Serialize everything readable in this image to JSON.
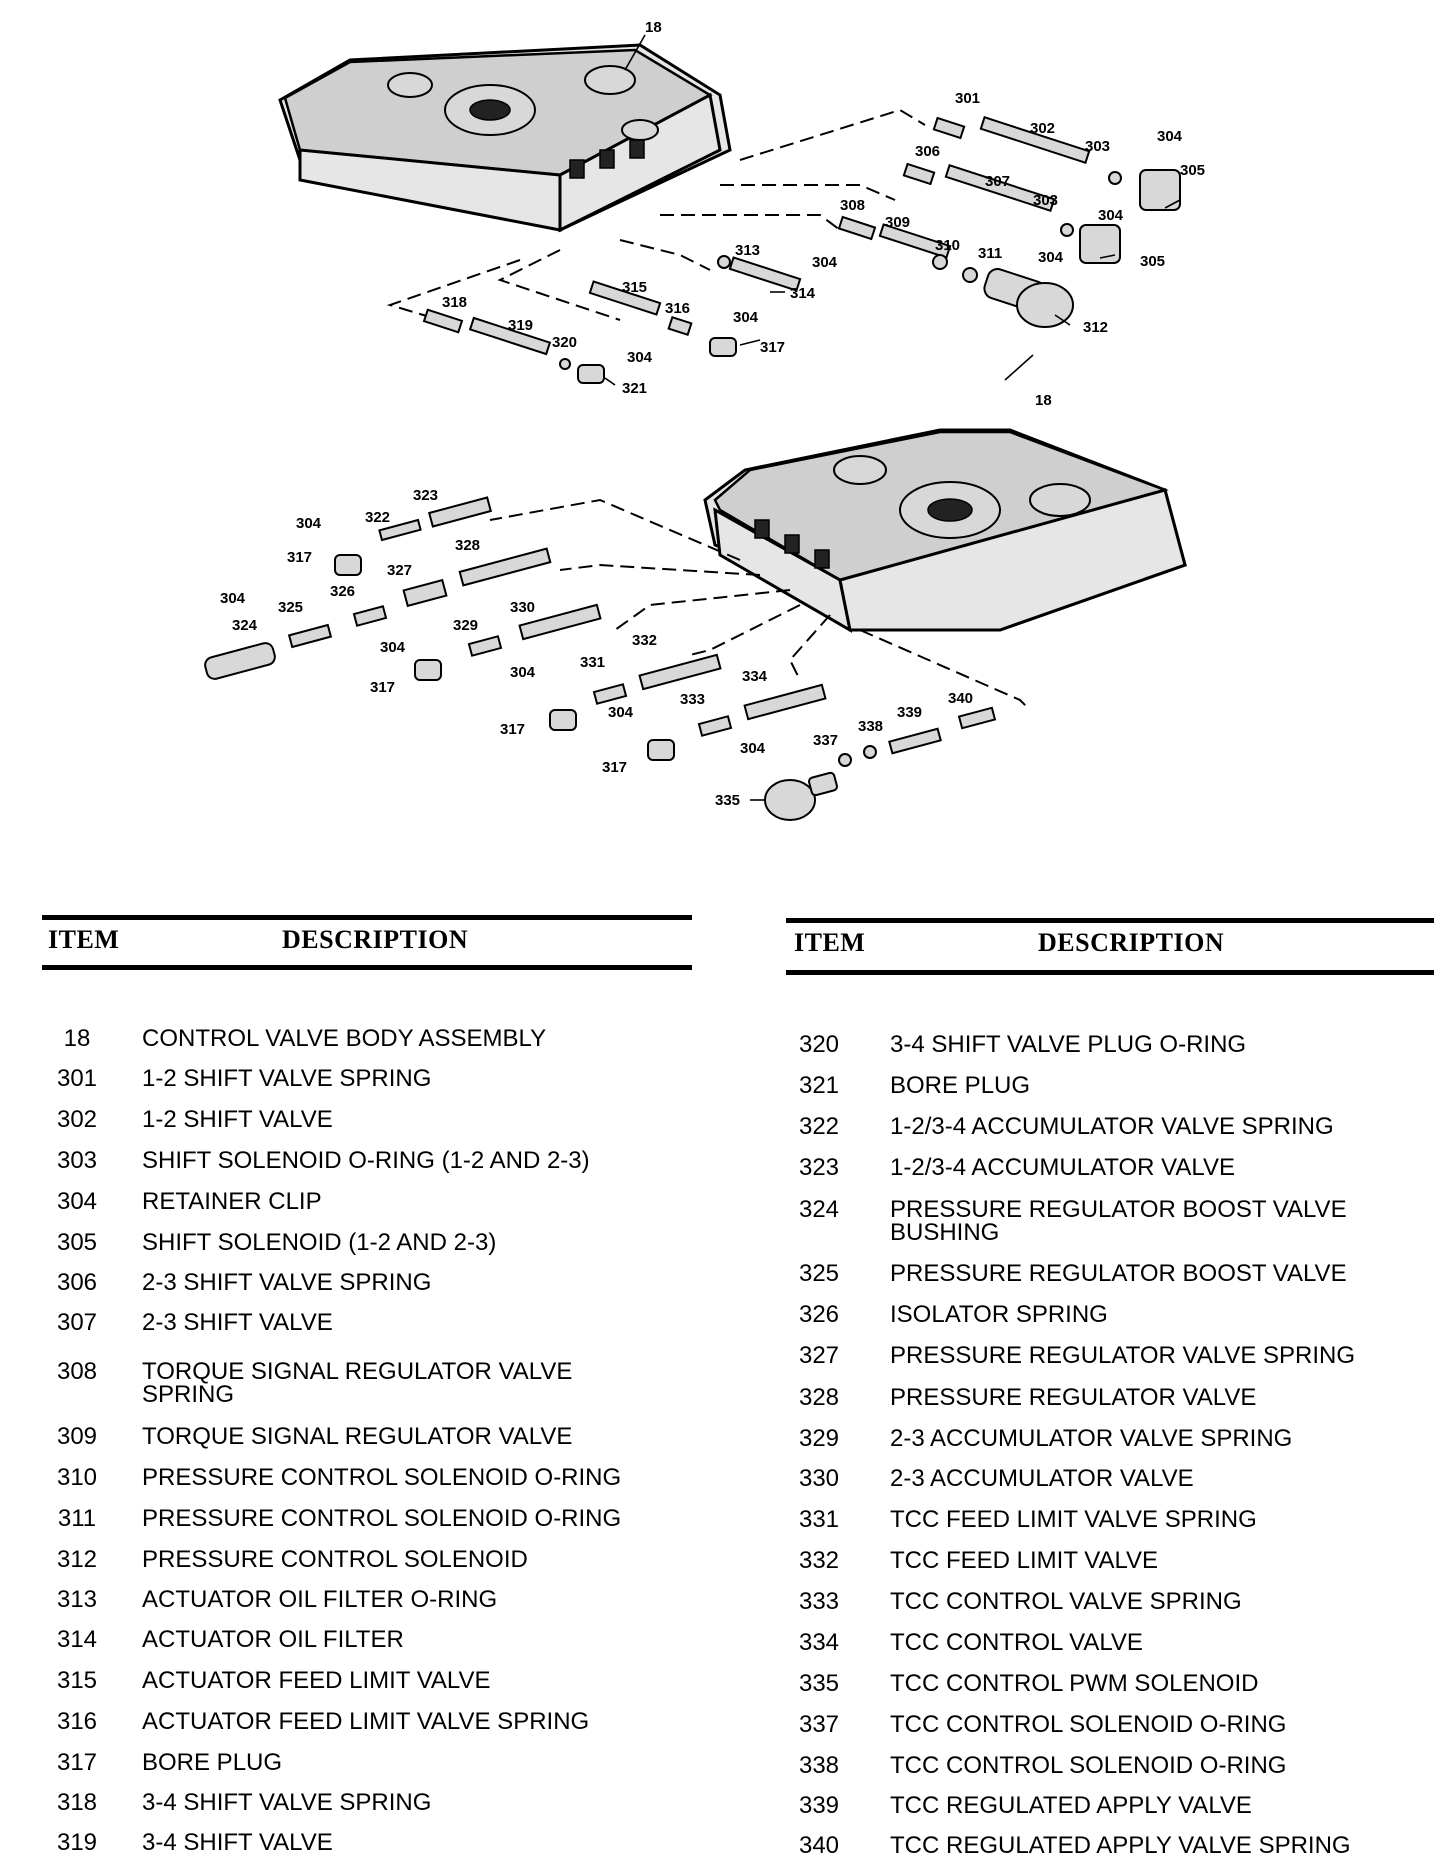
{
  "diagram": {
    "callouts": {
      "c18a": "18",
      "c301": "301",
      "c302": "302",
      "c303a": "303",
      "c304a": "304",
      "c305a": "305",
      "c306": "306",
      "c307": "307",
      "c303b": "303",
      "c304b": "304",
      "c305b": "305",
      "c308": "308",
      "c309": "309",
      "c310": "310",
      "c311": "311",
      "c304c": "304",
      "c312": "312",
      "c313": "313",
      "c304d": "304",
      "c314": "314",
      "c315": "315",
      "c316": "316",
      "c304e": "304",
      "c317a": "317",
      "c318": "318",
      "c319": "319",
      "c320": "320",
      "c304f": "304",
      "c321": "321",
      "c18b": "18",
      "c323": "323",
      "c304g": "304",
      "c322": "322",
      "c317b": "317",
      "c328": "328",
      "c327": "327",
      "c304h": "304",
      "c326": "326",
      "c325": "325",
      "c324": "324",
      "c330": "330",
      "c329": "329",
      "c304i": "304",
      "c317c": "317",
      "c332": "332",
      "c304j": "304",
      "c331": "331",
      "c317d": "317",
      "c334": "334",
      "c304k": "304",
      "c333": "333",
      "c317e": "317",
      "c340": "340",
      "c338": "338",
      "c339": "339",
      "c304l": "304",
      "c337": "337",
      "c335": "335"
    }
  },
  "legend": {
    "item_header": "ITEM",
    "description_header": "DESCRIPTION",
    "left": [
      {
        "item": "18",
        "desc": "CONTROL VALVE BODY ASSEMBLY"
      },
      {
        "item": "301",
        "desc": "1-2 SHIFT VALVE SPRING"
      },
      {
        "item": "302",
        "desc": "1-2 SHIFT VALVE"
      },
      {
        "item": "303",
        "desc": "SHIFT SOLENOID O-RING (1-2 AND 2-3)"
      },
      {
        "item": "304",
        "desc": "RETAINER CLIP"
      },
      {
        "item": "305",
        "desc": "SHIFT SOLENOID (1-2 AND 2-3)"
      },
      {
        "item": "306",
        "desc": "2-3 SHIFT VALVE SPRING"
      },
      {
        "item": "307",
        "desc": "2-3 SHIFT VALVE"
      },
      {
        "item": "308",
        "desc": "TORQUE SIGNAL REGULATOR VALVE",
        "desc2": "SPRING"
      },
      {
        "item": "309",
        "desc": "TORQUE SIGNAL REGULATOR VALVE"
      },
      {
        "item": "310",
        "desc": "PRESSURE CONTROL SOLENOID O-RING"
      },
      {
        "item": "311",
        "desc": "PRESSURE CONTROL SOLENOID O-RING"
      },
      {
        "item": "312",
        "desc": "PRESSURE CONTROL SOLENOID"
      },
      {
        "item": "313",
        "desc": "ACTUATOR OIL FILTER O-RING"
      },
      {
        "item": "314",
        "desc": "ACTUATOR OIL FILTER"
      },
      {
        "item": "315",
        "desc": "ACTUATOR FEED LIMIT VALVE"
      },
      {
        "item": "316",
        "desc": "ACTUATOR FEED LIMIT VALVE SPRING"
      },
      {
        "item": "317",
        "desc": "BORE PLUG"
      },
      {
        "item": "318",
        "desc": "3-4 SHIFT VALVE SPRING"
      },
      {
        "item": "319",
        "desc": "3-4 SHIFT VALVE"
      }
    ],
    "right": [
      {
        "item": "320",
        "desc": "3-4 SHIFT VALVE PLUG O-RING"
      },
      {
        "item": "321",
        "desc": "BORE PLUG"
      },
      {
        "item": "322",
        "desc": "1-2/3-4 ACCUMULATOR VALVE SPRING"
      },
      {
        "item": "323",
        "desc": "1-2/3-4 ACCUMULATOR VALVE"
      },
      {
        "item": "324",
        "desc": "PRESSURE REGULATOR BOOST VALVE",
        "desc2": "BUSHING"
      },
      {
        "item": "325",
        "desc": "PRESSURE REGULATOR BOOST VALVE"
      },
      {
        "item": "326",
        "desc": "ISOLATOR SPRING"
      },
      {
        "item": "327",
        "desc": "PRESSURE REGULATOR VALVE SPRING"
      },
      {
        "item": "328",
        "desc": "PRESSURE REGULATOR VALVE"
      },
      {
        "item": "329",
        "desc": "2-3 ACCUMULATOR VALVE SPRING"
      },
      {
        "item": "330",
        "desc": "2-3 ACCUMULATOR VALVE"
      },
      {
        "item": "331",
        "desc": "TCC FEED LIMIT VALVE SPRING"
      },
      {
        "item": "332",
        "desc": "TCC FEED LIMIT VALVE"
      },
      {
        "item": "333",
        "desc": "TCC CONTROL VALVE SPRING"
      },
      {
        "item": "334",
        "desc": "TCC CONTROL VALVE"
      },
      {
        "item": "335",
        "desc": "TCC CONTROL PWM SOLENOID"
      },
      {
        "item": "337",
        "desc": "TCC CONTROL SOLENOID O-RING"
      },
      {
        "item": "338",
        "desc": "TCC CONTROL SOLENOID O-RING"
      },
      {
        "item": "339",
        "desc": "TCC REGULATED APPLY VALVE"
      },
      {
        "item": "340",
        "desc": "TCC REGULATED APPLY VALVE SPRING"
      }
    ]
  }
}
